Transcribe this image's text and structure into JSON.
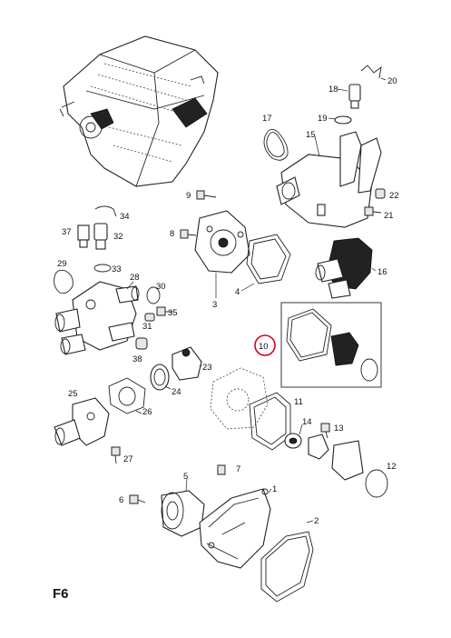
{
  "page_code": "F6",
  "highlight_color": "#d6001c",
  "highlighted_callout": "10",
  "callouts": [
    "20",
    "18",
    "17",
    "19",
    "15",
    "9",
    "22",
    "21",
    "8",
    "34",
    "37",
    "32",
    "16",
    "29",
    "33",
    "28",
    "30",
    "3",
    "4",
    "35",
    "10",
    "31",
    "38",
    "23",
    "24",
    "11",
    "25",
    "26",
    "14",
    "13",
    "27",
    "7",
    "12",
    "5",
    "1",
    "6",
    "2"
  ]
}
